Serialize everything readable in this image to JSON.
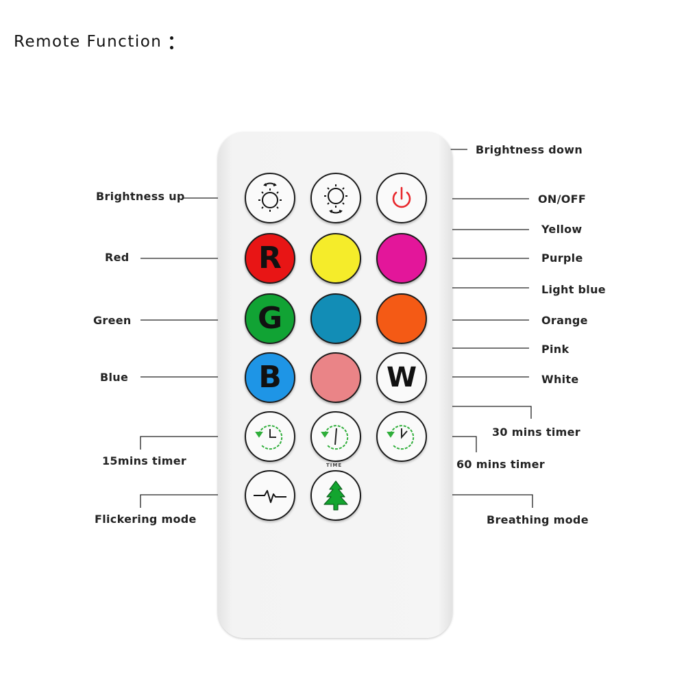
{
  "title": "Remote Function",
  "title_colon": "•",
  "buttons": [
    {
      "name": "brightness-up-button",
      "icon": "brightness-up-icon"
    },
    {
      "name": "brightness-down-button",
      "icon": "brightness-down-icon"
    },
    {
      "name": "power-button",
      "icon": "power-icon",
      "color": "#e8262b"
    },
    {
      "name": "red-button",
      "letter": "R",
      "color": "#e81515"
    },
    {
      "name": "yellow-button",
      "color": "#f5ec2a"
    },
    {
      "name": "purple-button",
      "color": "#e3169a"
    },
    {
      "name": "green-button",
      "letter": "G",
      "color": "#11a334"
    },
    {
      "name": "light-blue-button",
      "color": "#128db6"
    },
    {
      "name": "orange-button",
      "color": "#f45a15"
    },
    {
      "name": "blue-button",
      "letter": "B",
      "color": "#1e95e6"
    },
    {
      "name": "pink-button",
      "color": "#ea8487"
    },
    {
      "name": "white-button",
      "letter": "W",
      "color": "#fafafa"
    },
    {
      "name": "timer-15-button",
      "icon": "timer-icon"
    },
    {
      "name": "timer-30-button",
      "icon": "timer-icon"
    },
    {
      "name": "timer-60-button",
      "icon": "timer-icon"
    },
    {
      "name": "flicker-mode-button",
      "icon": "pulse-icon"
    },
    {
      "name": "breathing-mode-button",
      "icon": "tree-icon",
      "color": "#13a52f"
    }
  ],
  "time_label": "TIME",
  "labels": {
    "brightness_up": "Brightness up",
    "brightness_down": "Brightness down",
    "on_off": "ON/OFF",
    "yellow": "Yellow",
    "red": "Red",
    "purple": "Purple",
    "light_blue": "Light blue",
    "green": "Green",
    "orange": "Orange",
    "pink": "Pink",
    "blue": "Blue",
    "white": "White",
    "timer_30": "30 mins timer",
    "timer_15": "15mins timer",
    "timer_60": "60 mins timer",
    "flickering": "Flickering mode",
    "breathing": "Breathing mode"
  }
}
